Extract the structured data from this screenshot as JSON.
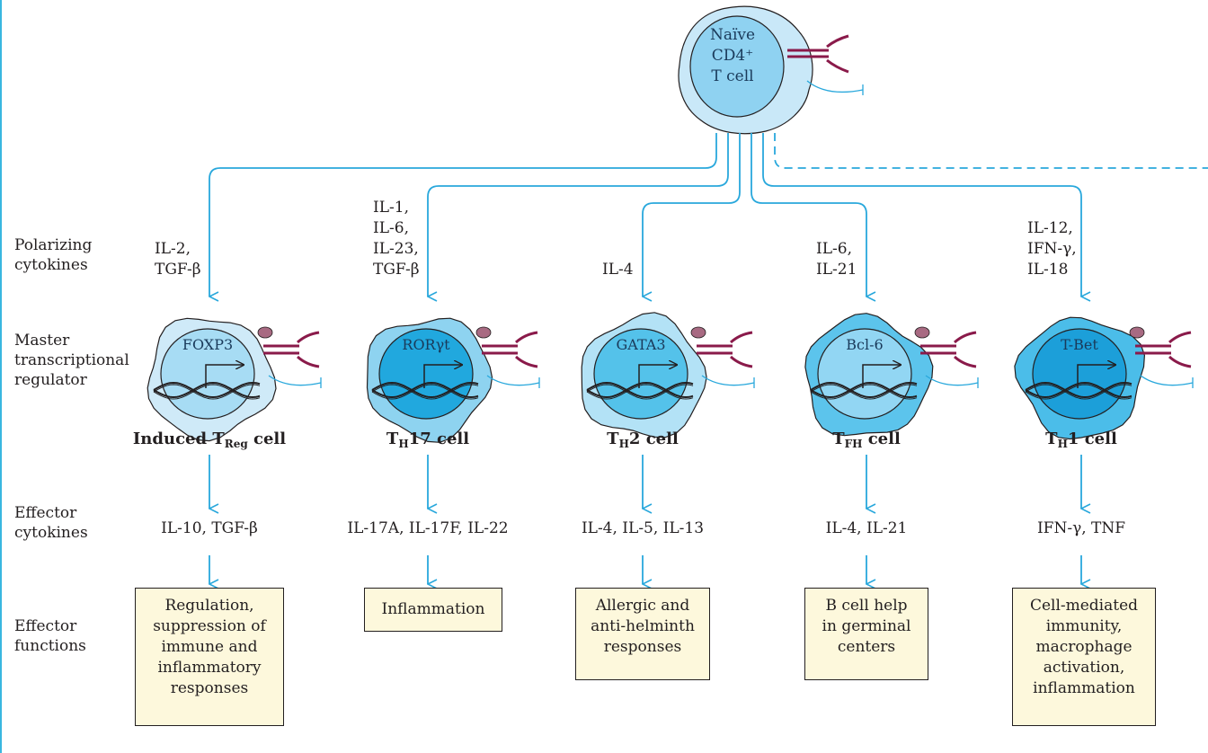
{
  "naive_cell": {
    "line1": "Naïve",
    "line2": "CD4⁺",
    "line3": "T cell"
  },
  "row_labels": {
    "polarizing": [
      "Polarizing",
      "cytokines"
    ],
    "master": [
      "Master",
      "transcriptional",
      "regulator"
    ],
    "effector_cytokines": [
      "Effector",
      "cytokines"
    ],
    "effector_functions": [
      "Effector",
      "functions"
    ]
  },
  "lineages": [
    {
      "polarizing": [
        "IL-2,",
        "TGF-β"
      ],
      "tf": "FOXP3",
      "cell_name": {
        "pre": "Induced T",
        "sub": "Reg",
        "post": " cell"
      },
      "effector_cytokines": "IL-10, TGF-β",
      "function": [
        "Regulation,",
        "suppression of",
        "immune and",
        "inflammatory",
        "responses"
      ],
      "membrane_color": "#cfeaf8",
      "nucleus_color": "#a7dcf4"
    },
    {
      "polarizing": [
        "IL-1,",
        "IL-6,",
        "IL-23,",
        "TGF-β"
      ],
      "tf": "RORγt",
      "cell_name": {
        "pre": "T",
        "sub": "H",
        "post": "17 cell"
      },
      "effector_cytokines": "IL-17A, IL-17F, IL-22",
      "function": [
        "Inflammation"
      ],
      "membrane_color": "#8ed3f0",
      "nucleus_color": "#21a8de"
    },
    {
      "polarizing": [
        "IL-4"
      ],
      "tf": "GATA3",
      "cell_name": {
        "pre": "T",
        "sub": "H",
        "post": "2 cell"
      },
      "effector_cytokines": "IL-4, IL-5, IL-13",
      "function": [
        "Allergic and",
        "anti-helminth",
        "responses"
      ],
      "membrane_color": "#b3e2f6",
      "nucleus_color": "#54c2ea"
    },
    {
      "polarizing": [
        "IL-6,",
        "IL-21"
      ],
      "tf": "Bcl-6",
      "cell_name": {
        "pre": "T",
        "sub": "FH",
        "post": " cell"
      },
      "effector_cytokines": "IL-4, IL-21",
      "function": [
        "B cell help",
        "in germinal",
        "centers"
      ],
      "membrane_color": "#5cc4ec",
      "nucleus_color": "#92d6f3"
    },
    {
      "polarizing": [
        "IL-12,",
        "IFN-γ,",
        "IL-18"
      ],
      "tf": "T-Bet",
      "cell_name": {
        "pre": "T",
        "sub": "H",
        "post": "1 cell"
      },
      "effector_cytokines": "IFN-γ, TNF",
      "function": [
        "Cell-mediated",
        "immunity,",
        "macrophage",
        "activation,",
        "inflammation"
      ],
      "membrane_color": "#4bbde9",
      "nucleus_color": "#1c9fd9"
    }
  ],
  "colors": {
    "arrow": "#29a8dc",
    "receptor": "#8a1a4a",
    "naive_membrane": "#c9e8f8",
    "naive_nucleus": "#8fd2f1",
    "box_fill": "#fdf8dc"
  }
}
